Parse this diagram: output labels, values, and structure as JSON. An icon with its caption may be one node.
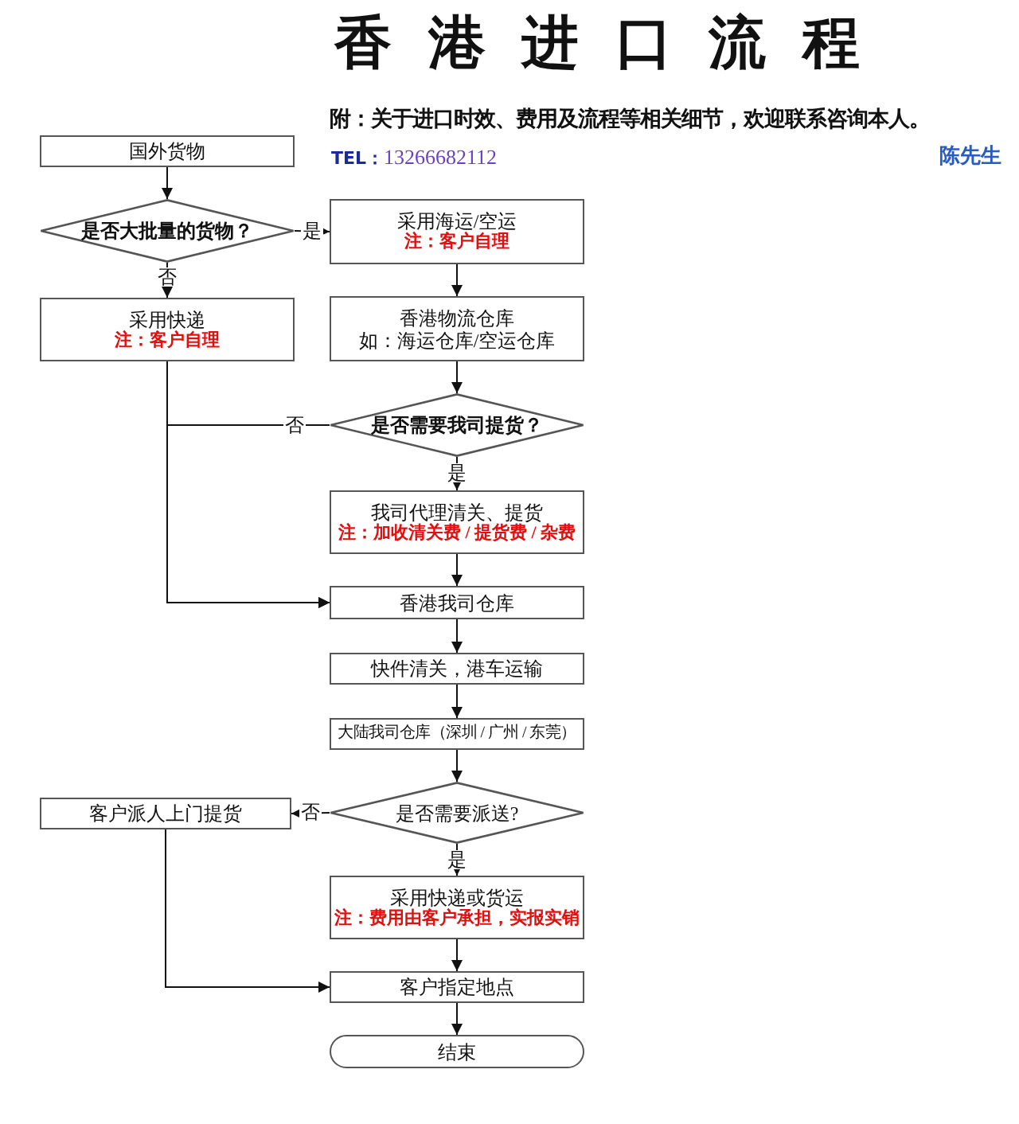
{
  "diagram": {
    "title": "香港进口流程",
    "nodes": [
      {
        "text": [
          "国外货物"
        ]
      },
      {
        "text": [
          "是否大批量的货物？"
        ]
      },
      {
        "text": [
          "采用海运/空运",
          "注：客户自理"
        ]
      },
      {
        "text": [
          "采用快递",
          "注：客户自理"
        ]
      },
      {
        "text": [
          "香港物流仓库",
          "如：海运仓库/空运仓库"
        ]
      },
      {
        "text": [
          "是否需要我司提货？"
        ]
      },
      {
        "text": [
          "我司代理清关、提货",
          "注：加收清关费 / 提货费 / 杂费"
        ]
      },
      {
        "text": [
          "香港我司仓库"
        ]
      },
      {
        "text": [
          "快件清关，港车运输"
        ]
      },
      {
        "text": [
          "大陆我司仓库（深圳 / 广州 / 东莞）"
        ]
      },
      {
        "text": [
          "客户派人上门提货"
        ]
      },
      {
        "text": [
          "是否需要派送?"
        ]
      },
      {
        "text": [
          "采用快递或货运",
          "注：费用由客户承担，实报实销"
        ]
      },
      {
        "text": [
          "客户指定地点"
        ]
      },
      {
        "text": [
          "结束"
        ]
      }
    ],
    "edges": [
      {
        "from": 0,
        "to": 1,
        "arrow": "to"
      },
      {
        "from": 1,
        "to": 2,
        "arrow": "to",
        "label": "是"
      },
      {
        "from": 1,
        "to": 3,
        "arrow": "to",
        "label": "否"
      },
      {
        "from": 2,
        "to": 4,
        "arrow": "to"
      },
      {
        "from": 4,
        "to": 5,
        "arrow": "to"
      },
      {
        "from": 5,
        "to": 7,
        "arrow": "to",
        "label": "否"
      },
      {
        "from": 3,
        "to": 7,
        "arrow": "to"
      },
      {
        "from": 5,
        "to": 6,
        "arrow": "to",
        "label": "是"
      },
      {
        "from": 6,
        "to": 7,
        "arrow": "to"
      },
      {
        "from": 7,
        "to": 8,
        "arrow": "to"
      },
      {
        "from": 8,
        "to": 9,
        "arrow": "to"
      },
      {
        "from": 9,
        "to": 11,
        "arrow": "to"
      },
      {
        "from": 11,
        "to": 10,
        "arrow": "to",
        "label": "否"
      },
      {
        "from": 11,
        "to": 12,
        "arrow": "to",
        "label": "是"
      },
      {
        "from": 12,
        "to": 13,
        "arrow": "to"
      },
      {
        "from": 10,
        "to": 13,
        "arrow": "to"
      },
      {
        "from": 13,
        "to": 14,
        "arrow": "to"
      }
    ],
    "labels": [
      "附：关于进口时效、费用及流程等相关细节，欢迎联系咨询本人。",
      "**TEL：**13266682112",
      "陈先生"
    ]
  }
}
